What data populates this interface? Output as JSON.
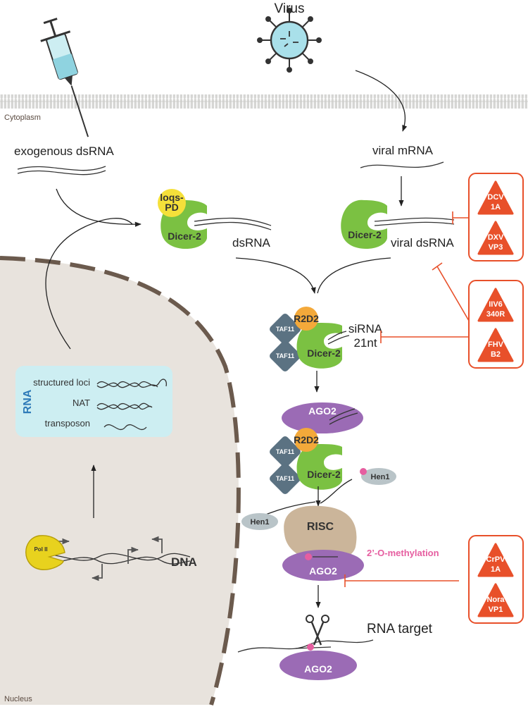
{
  "labels": {
    "virus": "Virus",
    "cytoplasm": "Cytoplasm",
    "nucleus": "Nucleus",
    "exogenous_dsrna": "exogenous dsRNA",
    "viral_mrna": "viral mRNA",
    "dsrna": "dsRNA",
    "viral_dsrna": "viral dsRNA",
    "sirna": "siRNA",
    "sirna_length": "21nt",
    "rna_target": "RNA target",
    "methylation": "2’-O-methylation",
    "dna": "DNA"
  },
  "rna_box": {
    "title": "RNA",
    "items": [
      "structured loci",
      "NAT",
      "transposon"
    ]
  },
  "proteins": {
    "loqs_line1": "loqs-",
    "loqs_line2": "PD",
    "dicer": "Dicer-2",
    "r2d2": "R2D2",
    "taf11": "TAF11",
    "ago2": "AGO2",
    "hen1": "Hen1",
    "risc": "RISC",
    "pol2": "Pol II"
  },
  "inhibitor_groups": [
    {
      "inhibitors": [
        {
          "line1": "DCV",
          "line2": "1A"
        },
        {
          "line1": "DXV",
          "line2": "VP3"
        }
      ]
    },
    {
      "inhibitors": [
        {
          "line1": "IIV6",
          "line2": "340R"
        },
        {
          "line1": "FHV",
          "line2": "B2"
        }
      ]
    },
    {
      "inhibitors": [
        {
          "line1": "CrPV",
          "line2": "1A"
        },
        {
          "line1": "Nora",
          "line2": "VP1"
        }
      ]
    }
  ],
  "colors": {
    "dicer": "#7bc142",
    "r2d2": "#f4a93a",
    "loqs": "#f5e03a",
    "taf11": "#5b7282",
    "ago2": "#9b6bb5",
    "risc": "#cbb59a",
    "hen1": "#b9c4c8",
    "inhibitor": "#e8502a",
    "nucleus": "#e8e3dd",
    "rna_box": "#cdeef2",
    "methylation": "#e65ea0",
    "pol2": "#e8d21e"
  }
}
